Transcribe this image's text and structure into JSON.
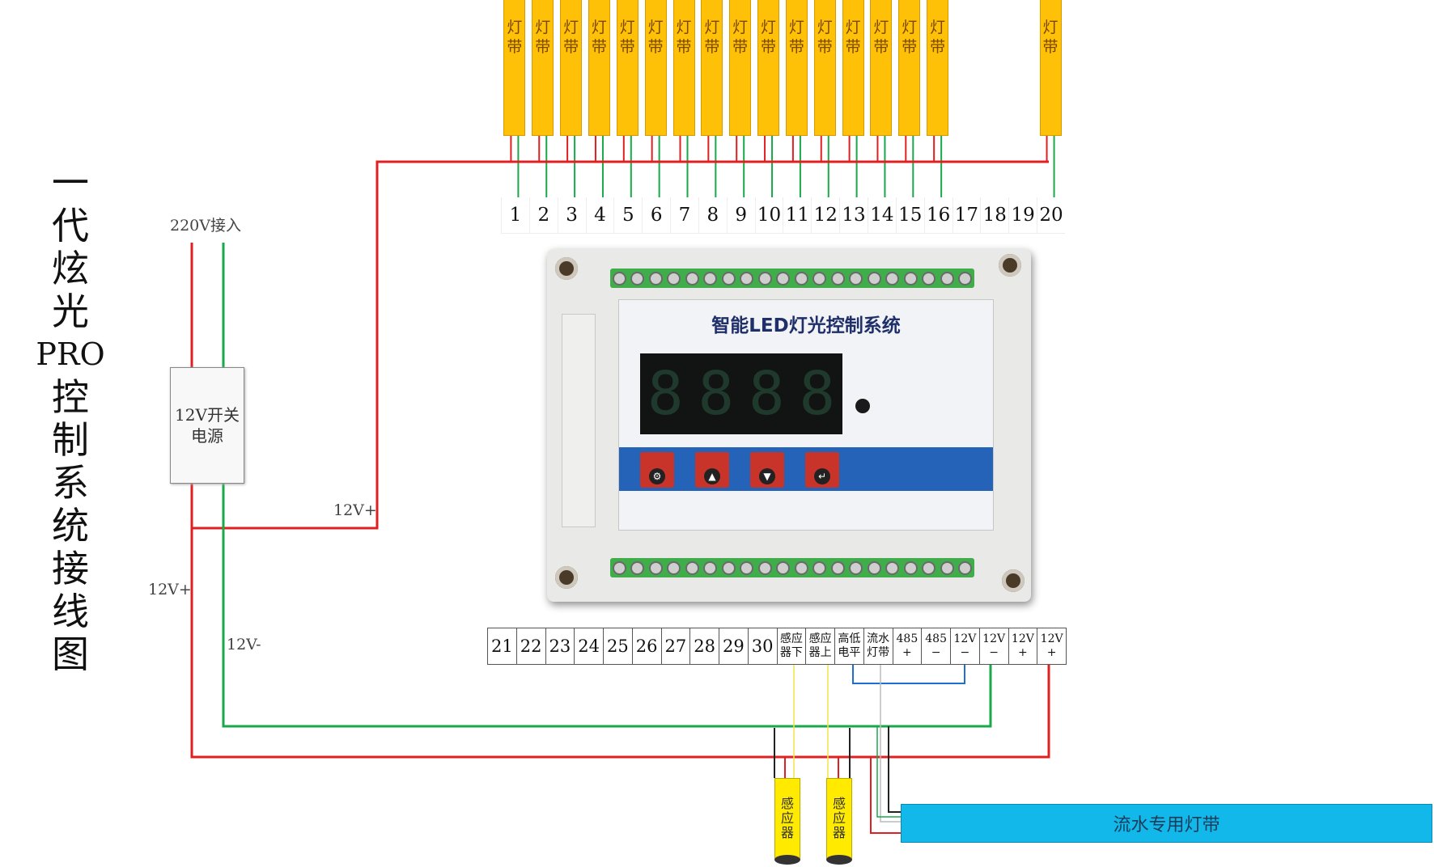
{
  "title": {
    "chars": [
      "一",
      "代",
      "炫",
      "光",
      "PRO",
      "控",
      "制",
      "系",
      "统",
      "接",
      "线",
      "图"
    ]
  },
  "labels": {
    "ac_input": "220V接入",
    "v12_plus_a": "12V+",
    "v12_plus_b": "12V+",
    "v12_minus": "12V-"
  },
  "psu": {
    "line1": "12V开关",
    "line2": "电源"
  },
  "strips": {
    "text": [
      "灯",
      "带"
    ],
    "count": 17
  },
  "top_terminals": [
    "1",
    "2",
    "3",
    "4",
    "5",
    "6",
    "7",
    "8",
    "9",
    "10",
    "11",
    "12",
    "13",
    "14",
    "15",
    "16",
    "17",
    "18",
    "19",
    "20"
  ],
  "bottom_terminals": [
    {
      "l1": "21"
    },
    {
      "l1": "22"
    },
    {
      "l1": "23"
    },
    {
      "l1": "24"
    },
    {
      "l1": "25"
    },
    {
      "l1": "26"
    },
    {
      "l1": "27"
    },
    {
      "l1": "28"
    },
    {
      "l1": "29"
    },
    {
      "l1": "30"
    },
    {
      "l1": "感应",
      "l2": "器下"
    },
    {
      "l1": "感应",
      "l2": "器上"
    },
    {
      "l1": "高低",
      "l2": "电平"
    },
    {
      "l1": "流水",
      "l2": "灯带"
    },
    {
      "l1": "485",
      "l2": "+"
    },
    {
      "l1": "485",
      "l2": "−"
    },
    {
      "l1": "12V",
      "l2": "−"
    },
    {
      "l1": "12V",
      "l2": "−"
    },
    {
      "l1": "12V",
      "l2": "+"
    },
    {
      "l1": "12V",
      "l2": "+"
    }
  ],
  "device": {
    "panel_title": "智能LED灯光控制系统",
    "display_digits": [
      "8",
      "8",
      "8",
      "8"
    ]
  },
  "sensor": {
    "label": [
      "感",
      "应",
      "器"
    ]
  },
  "flow_strip": {
    "label": "流水专用灯带"
  },
  "colors": {
    "wire_red": "#e02020",
    "wire_green": "#1aa84a",
    "wire_blue": "#1f6fd0",
    "wire_yellow": "#f2e64a",
    "strip": "#ffc107",
    "flow_strip": "#12b8ea",
    "panel_bar": "#2563b8",
    "panel_title": "#1f2f6a"
  }
}
